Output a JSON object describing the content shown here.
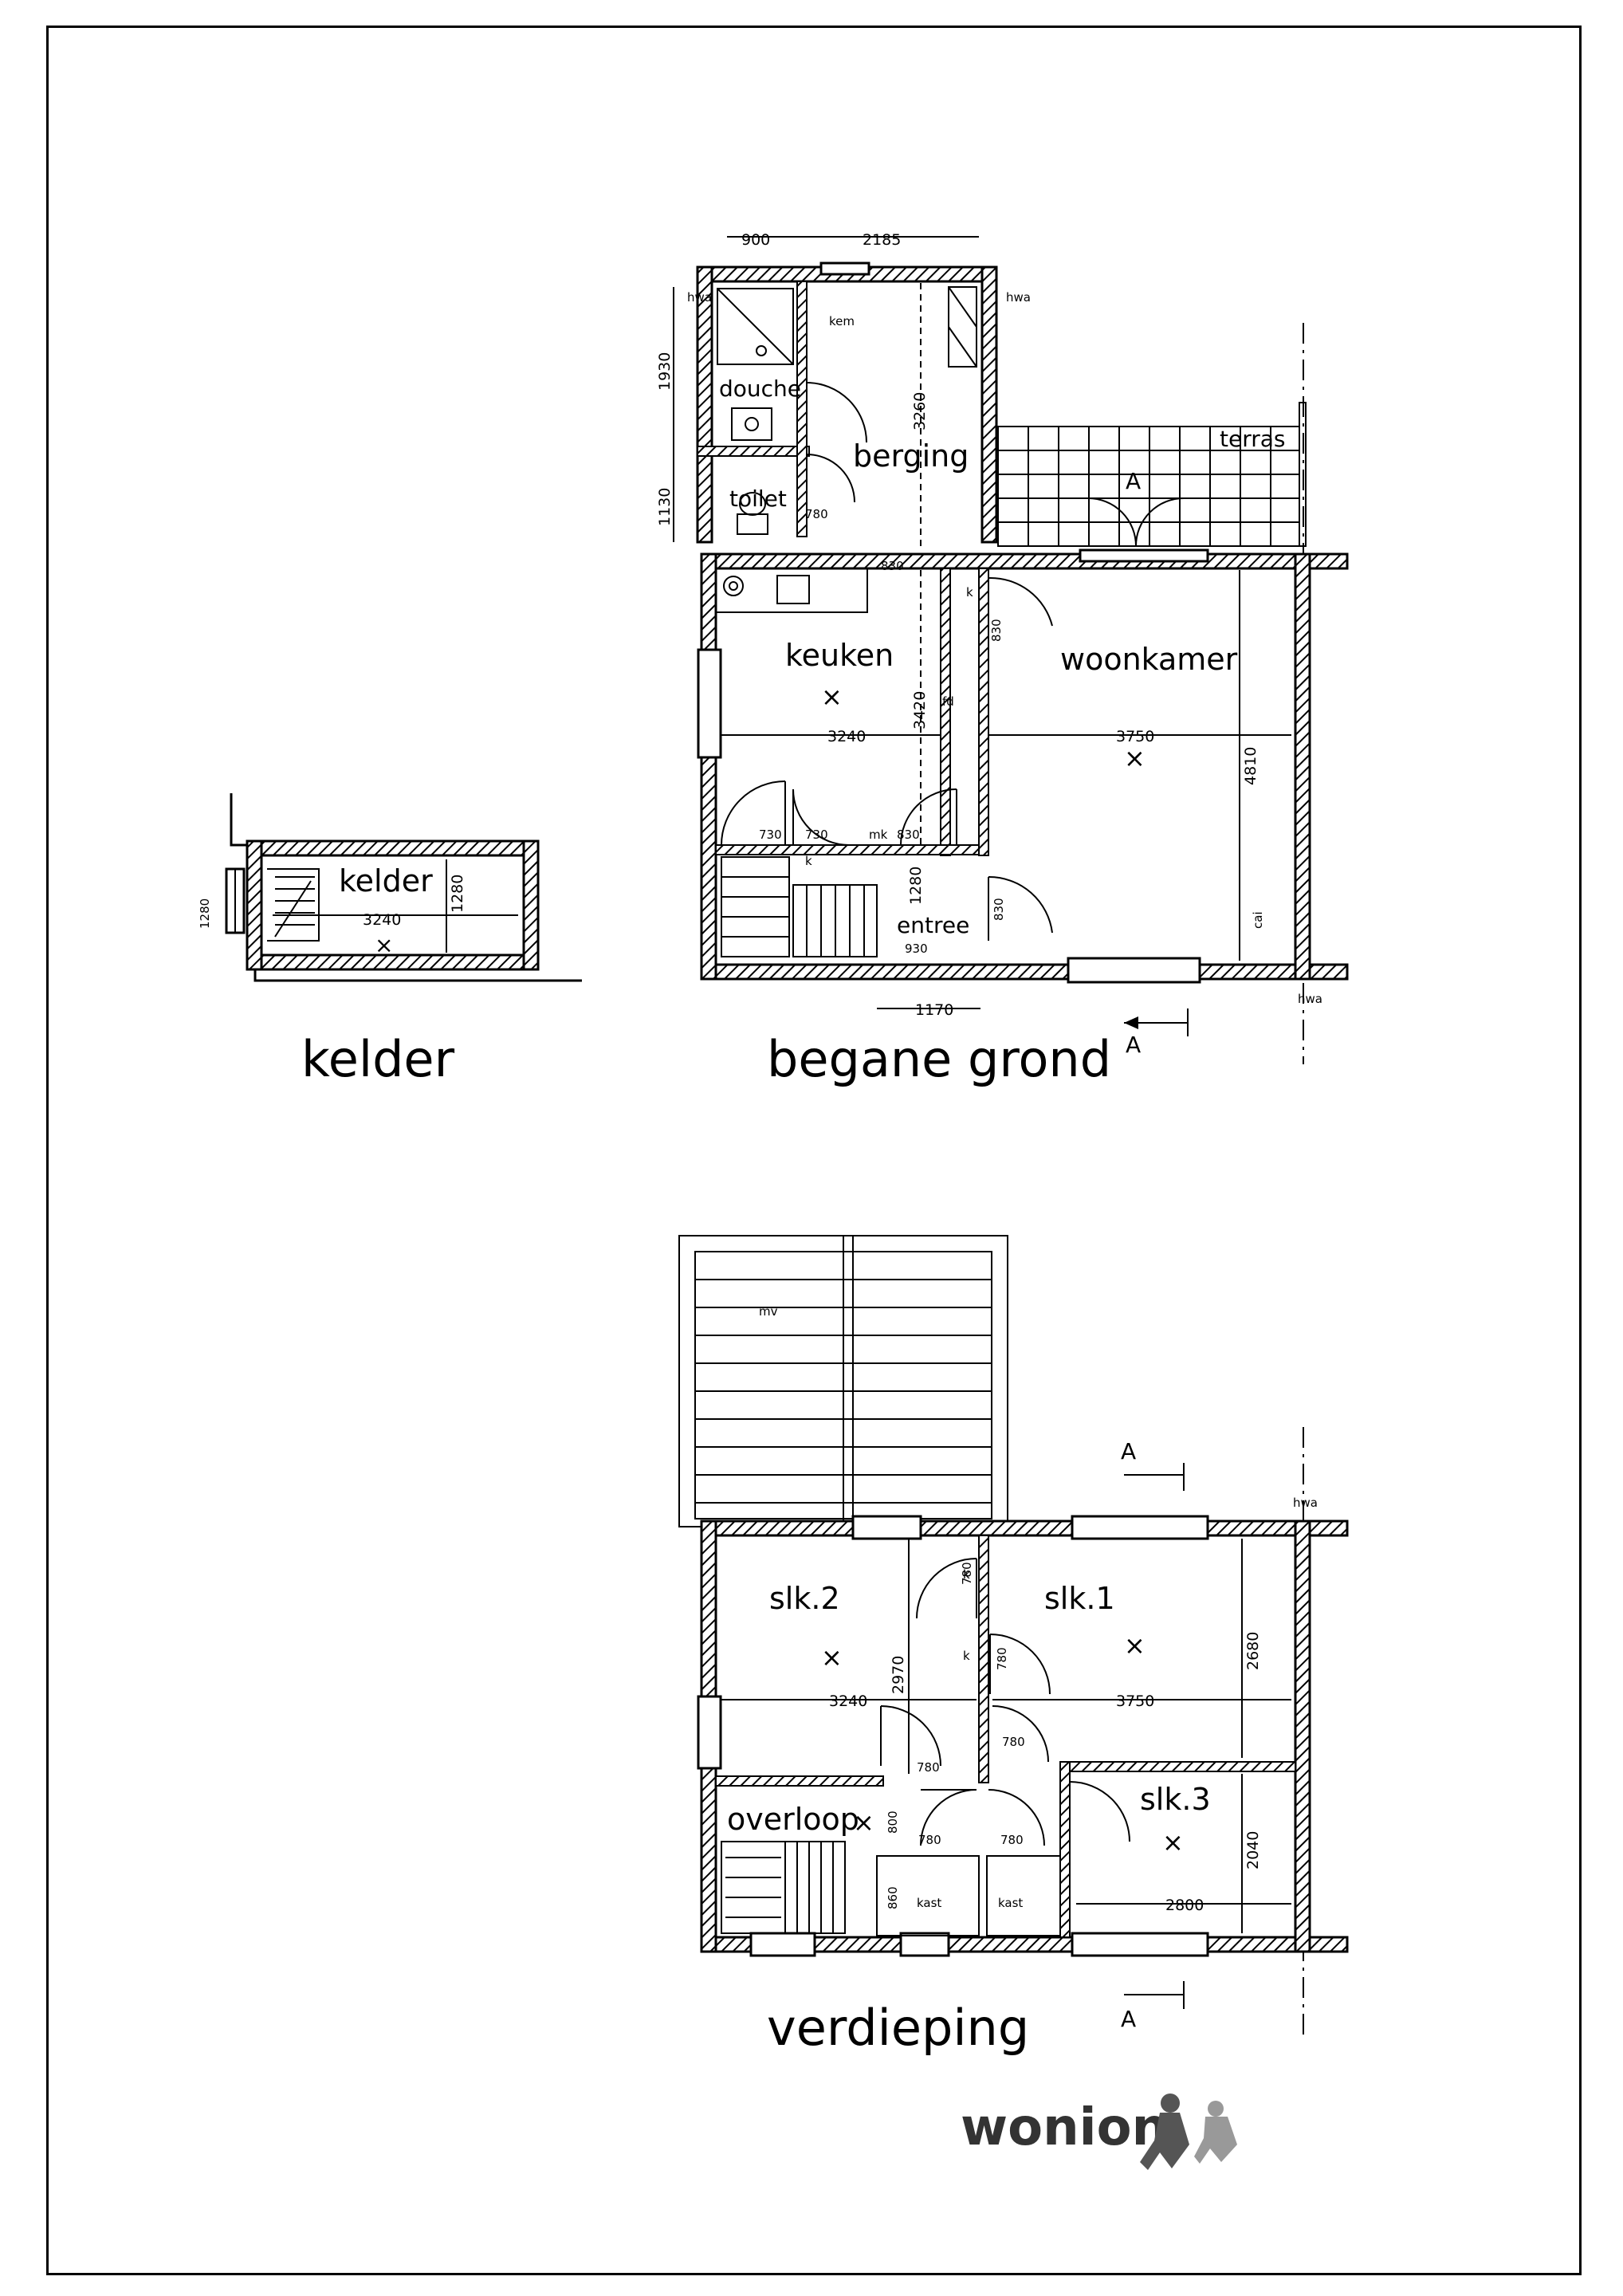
{
  "plans": {
    "kelder": {
      "title": "kelder",
      "rooms": {
        "kelder": "kelder"
      },
      "dims": {
        "w": "3240",
        "h": "1280",
        "side": "1280"
      }
    },
    "begane_grond": {
      "title": "begane grond",
      "rooms": {
        "douche": "douche",
        "toilet": "toilet",
        "berging": "berging",
        "terras": "terras",
        "keuken": "keuken",
        "woonkamer": "woonkamer",
        "entree": "entree"
      },
      "dims": {
        "top1": "900",
        "top2": "2185",
        "left1": "1930",
        "left2": "1130",
        "berging_h": "3260",
        "keuken_w": "3240",
        "woon_w": "3750",
        "woon_h": "4810",
        "hall_h": "3420",
        "entree_h": "1280",
        "entree_w": "930",
        "front": "1170",
        "d830a": "830",
        "d830b": "830",
        "d830c": "830",
        "d830d": "830",
        "d730a": "730",
        "d730b": "730",
        "d780": "780"
      },
      "labels": {
        "hwa1": "hwa",
        "hwa2": "hwa",
        "hwa3": "hwa",
        "section": "A",
        "section2": "A",
        "k1": "k",
        "k2": "k",
        "mk": "mk",
        "fd": "fd",
        "cai": "cai",
        "kem": "kem"
      }
    },
    "verdieping": {
      "title": "verdieping",
      "rooms": {
        "slk2": "slk.2",
        "slk1": "slk.1",
        "slk3": "slk.3",
        "overloop": "overloop",
        "kast1": "kast",
        "kast2": "kast"
      },
      "dims": {
        "slk2_w": "3240",
        "slk2_h": "2970",
        "slk1_w": "3750",
        "slk1_h": "2680",
        "slk3_w": "2800",
        "slk3_h": "2040",
        "d780a": "780",
        "d780b": "780",
        "d780c": "780",
        "d780d": "780",
        "d780e": "780",
        "d780f": "780",
        "d800": "800",
        "d860": "860"
      },
      "labels": {
        "hwa": "hwa",
        "mv": "mv",
        "k1": "k",
        "k2": "k",
        "sectionA1": "A",
        "sectionA2": "A"
      }
    }
  },
  "logo": {
    "text": "wonion"
  }
}
